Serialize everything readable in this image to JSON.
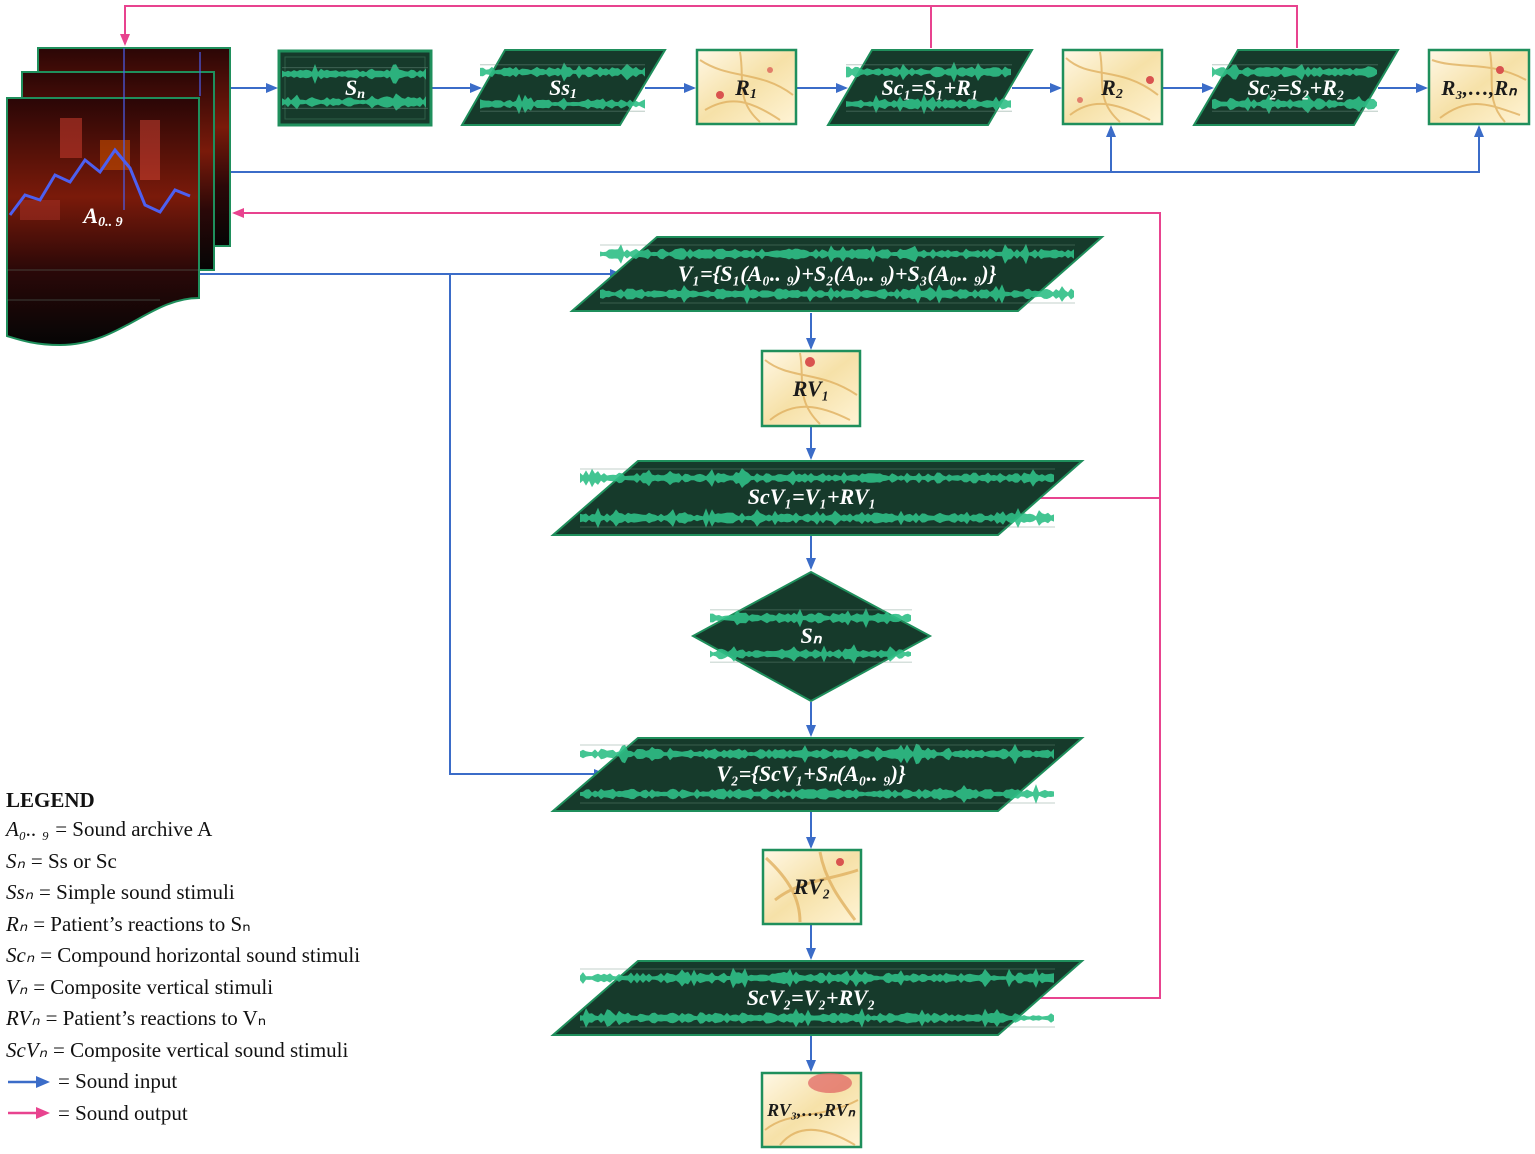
{
  "colors": {
    "input_arrow": "#3b6cc8",
    "output_arrow": "#e8438f",
    "stimulus_fill": "#163a2b",
    "stimulus_border": "#1f8f5c",
    "reaction_border": "#1f8f5c",
    "wave": "#2fbf86"
  },
  "archive": {
    "label_main": "A",
    "label_sub": "0.. 9"
  },
  "top_row": {
    "sn": {
      "main": "S",
      "sub": "n"
    },
    "ss1": {
      "main": "Ss",
      "sub": "1"
    },
    "r1": {
      "main": "R",
      "sub": "1"
    },
    "sc1": {
      "text": "Sc₁=S₁+R₁"
    },
    "r2": {
      "main": "R",
      "sub": "2"
    },
    "sc2": {
      "text": "Sc₂=S₂+R₂"
    },
    "r3n": {
      "text": "R₃,…,Rₙ"
    }
  },
  "vertical_flow": {
    "v1": {
      "text": "V₁={S₁(A₀.. ₉)+S₂(A₀.. ₉)+S₃(A₀.. ₉)}"
    },
    "rv1": {
      "text": "RV₁"
    },
    "scv1": {
      "text": "ScV₁=V₁+RV₁"
    },
    "sn_decision": {
      "text": "Sₙ"
    },
    "v2": {
      "text": "V₂={ScV₁+Sₙ(A₀.. ₉)}"
    },
    "rv2": {
      "text": "RV₂"
    },
    "scv2": {
      "text": "ScV₂=V₂+RV₂"
    },
    "rv3n": {
      "text": "RV₃,…,RVₙ"
    }
  },
  "legend": {
    "title": "LEGEND",
    "entries": [
      {
        "symbol": "A₀.. ₉",
        "text": "= Sound archive A"
      },
      {
        "symbol": "Sₙ",
        "text": "= Ss or Sc"
      },
      {
        "symbol": "Ssₙ",
        "text": "= Simple sound stimuli"
      },
      {
        "symbol": "Rₙ",
        "text": "= Patient’s reactions to Sₙ"
      },
      {
        "symbol": "Scₙ",
        "text": "= Compound horizontal sound stimuli"
      },
      {
        "symbol": "Vₙ",
        "text": "= Composite vertical stimuli"
      },
      {
        "symbol": "RVₙ",
        "text": "= Patient’s reactions to Vₙ"
      },
      {
        "symbol": "ScVₙ",
        "text": "= Composite vertical sound stimuli"
      }
    ],
    "arrow_entries": [
      {
        "kind": "input",
        "text": "= Sound input"
      },
      {
        "kind": "output",
        "text": "= Sound output"
      }
    ]
  }
}
